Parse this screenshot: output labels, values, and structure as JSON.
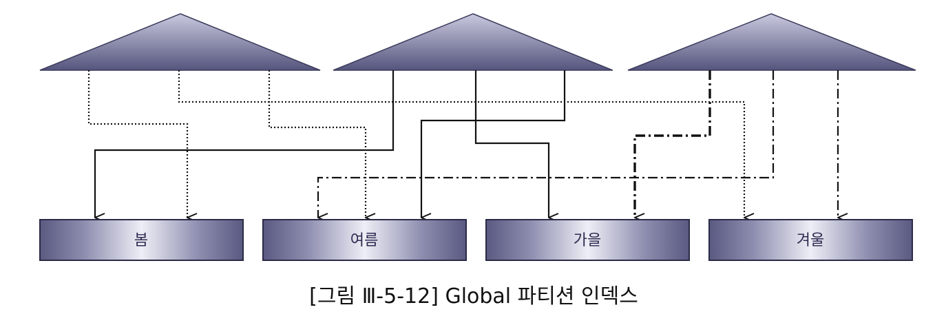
{
  "partitions": [
    {
      "id": "spring",
      "label": "봄"
    },
    {
      "id": "summer",
      "label": "여름"
    },
    {
      "id": "autumn",
      "label": "가을"
    },
    {
      "id": "winter",
      "label": "겨울"
    }
  ],
  "indexes": [
    {
      "id": "index-1",
      "line_style": "dotted"
    },
    {
      "id": "index-2",
      "line_style": "solid"
    },
    {
      "id": "index-3",
      "line_style": "dash-dot"
    }
  ],
  "caption": "[그림 Ⅲ-5-12] Global 파티션 인덱스",
  "colors": {
    "shape_top": "#5a5a82",
    "shape_bottom": "#e9e9f4",
    "line": "#111111"
  }
}
